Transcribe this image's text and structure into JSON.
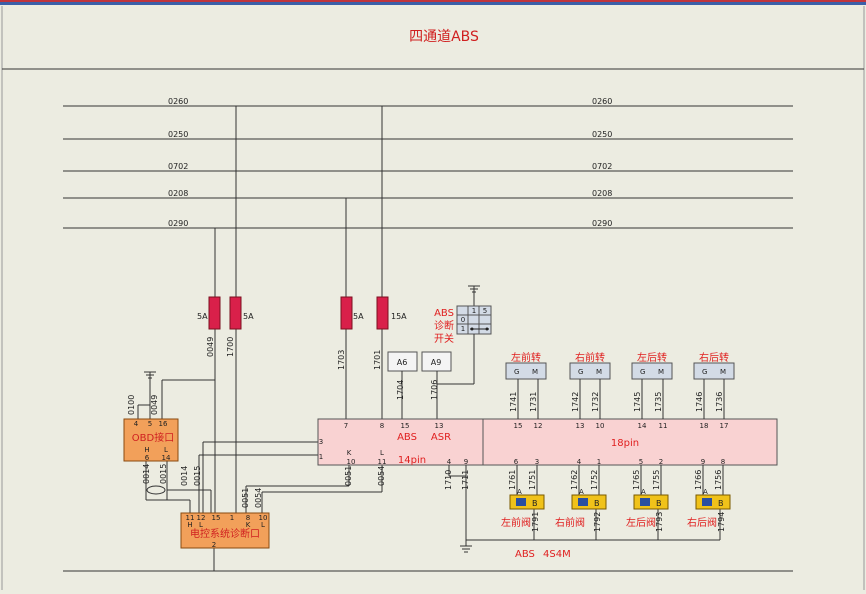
{
  "title": "四通道ABS",
  "buses": [
    {
      "id": "b0260",
      "label": "0260"
    },
    {
      "id": "b0250",
      "label": "0250"
    },
    {
      "id": "b0702",
      "label": "0702"
    },
    {
      "id": "b0208",
      "label": "0208"
    },
    {
      "id": "b0290",
      "label": "0290"
    }
  ],
  "fuses": {
    "f1": "5A",
    "f2": "5A",
    "f3": "5A",
    "f4": "15A"
  },
  "wires": {
    "w0049a": "0049",
    "w1700": "1700",
    "w1703": "1703",
    "w1701": "1701",
    "w0100": "0100",
    "w0049b": "0049",
    "w0014a": "0014",
    "w0015a": "0015",
    "w0014b": "0014",
    "w0015b": "0015",
    "w0051a": "0051",
    "w0054a": "0054",
    "w0051b": "0051",
    "w0054b": "0054",
    "w1704": "1704",
    "w1706": "1706",
    "w1710": "1710",
    "w1711": "1711",
    "w1741": "1741",
    "w1731": "1731",
    "w1742": "1742",
    "w1732": "1732",
    "w1745": "1745",
    "w1735": "1735",
    "w1746": "1746",
    "w1736": "1736",
    "w1761": "1761",
    "w1751": "1751",
    "w1762": "1762",
    "w1752": "1752",
    "w1765": "1765",
    "w1755": "1755",
    "w1766": "1766",
    "w1756": "1756",
    "w1791": "1791",
    "w1792": "1792",
    "w1793": "1793",
    "w1794": "1794"
  },
  "diag_switch": {
    "label_line1": "ABS",
    "label_line2": "诊断",
    "label_line3": "开关",
    "c1": "1",
    "c5": "5",
    "r0": "0",
    "r1": "1"
  },
  "indicators": {
    "a6": "A6",
    "a9": "A9"
  },
  "obd": {
    "label": "OBD接口",
    "p4": "4",
    "p5": "5",
    "p16": "16",
    "pH": "H",
    "pL": "L",
    "p6": "6",
    "p14": "14"
  },
  "ecu_diag": {
    "label": "电控系统诊断口",
    "p11": "11",
    "p12": "12",
    "p15": "15",
    "p1": "1",
    "p8": "8",
    "p10": "10",
    "H": "H",
    "L": "L",
    "K": "K",
    "L2": "L",
    "bottom": "2"
  },
  "abs14": {
    "abs": "ABS",
    "asr": "ASR",
    "pins_label": "14pin",
    "p7": "7",
    "p8": "8",
    "p15": "15",
    "p13": "13",
    "p3": "3",
    "p1": "1",
    "K": "K",
    "p10": "10",
    "L": "L",
    "p11": "11",
    "p4": "4",
    "p9": "9"
  },
  "conn18": {
    "label": "18pin",
    "top": [
      "15",
      "12",
      "13",
      "10",
      "14",
      "11",
      "18",
      "17"
    ],
    "bottom": [
      "6",
      "3",
      "4",
      "1",
      "5",
      "2",
      "9",
      "8"
    ]
  },
  "sensors": [
    {
      "name": "左前转",
      "g": "G",
      "m": "M"
    },
    {
      "name": "右前转",
      "g": "G",
      "m": "M"
    },
    {
      "name": "左后转",
      "g": "G",
      "m": "M"
    },
    {
      "name": "右后转",
      "g": "G",
      "m": "M"
    }
  ],
  "valves": [
    {
      "name": "左前阀",
      "a": "A",
      "b": "B"
    },
    {
      "name": "右前阀",
      "a": "A",
      "b": "B"
    },
    {
      "name": "左后阀",
      "a": "A",
      "b": "B"
    },
    {
      "name": "右后阀",
      "a": "A",
      "b": "B"
    }
  ],
  "model": {
    "a": "ABS",
    "b": "4S4M"
  },
  "colors": {
    "fuse": "#d9204a",
    "module": "#f9d2d2",
    "obd": "#f2a05a",
    "sensor": "#d3dbe6",
    "valve": "#f0c21a",
    "label_red": "#e02020"
  }
}
